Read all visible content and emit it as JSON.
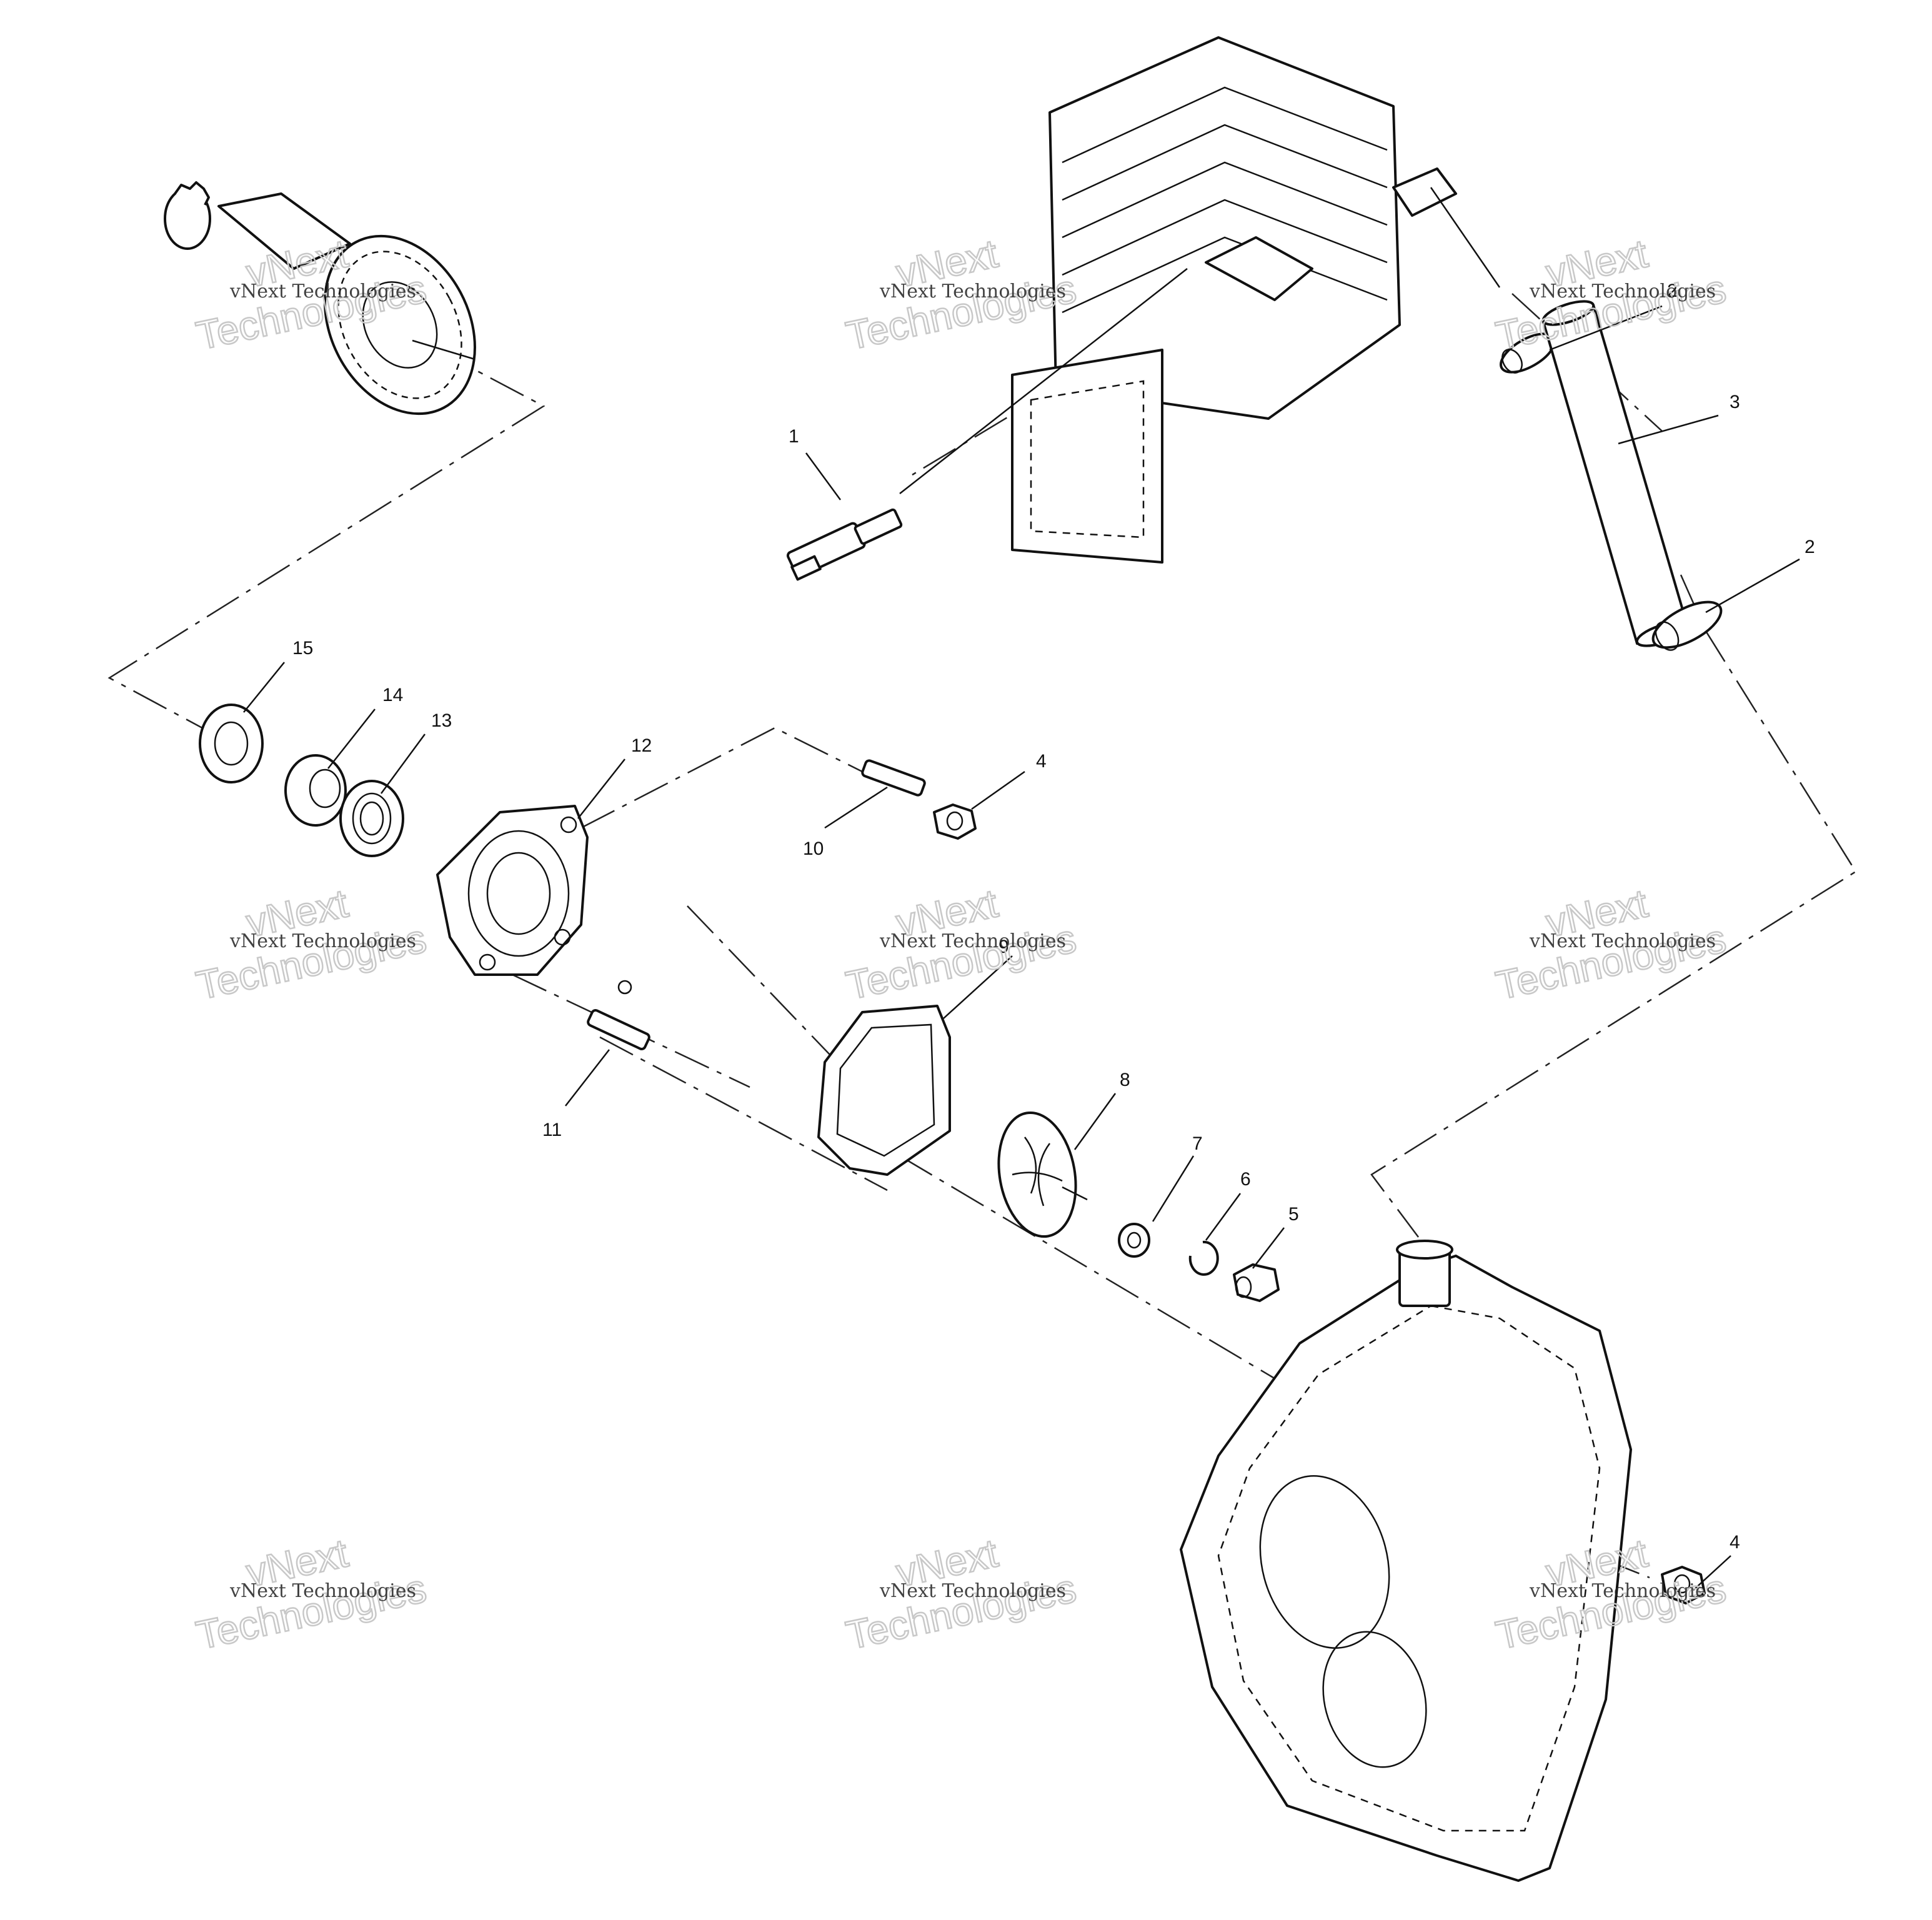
{
  "callouts": [
    {
      "label": "1"
    },
    {
      "label": "2"
    },
    {
      "label": "2"
    },
    {
      "label": "3"
    },
    {
      "label": "4"
    },
    {
      "label": "4"
    },
    {
      "label": "5"
    },
    {
      "label": "6"
    },
    {
      "label": "7"
    },
    {
      "label": "8"
    },
    {
      "label": "9"
    },
    {
      "label": "10"
    },
    {
      "label": "11"
    },
    {
      "label": "12"
    },
    {
      "label": "13"
    },
    {
      "label": "14"
    },
    {
      "label": "15"
    }
  ],
  "watermark": {
    "line1": "vNext Technologies",
    "line2": "vNext",
    "line3": "Technologies"
  }
}
